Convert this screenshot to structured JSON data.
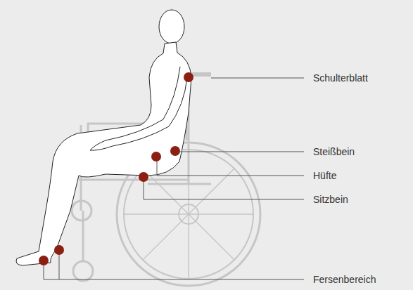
{
  "diagram": {
    "labels": [
      "Schulterblatt",
      "Steißbein",
      "Hüfte",
      "Sitzbein",
      "Fersenbereich"
    ]
  }
}
